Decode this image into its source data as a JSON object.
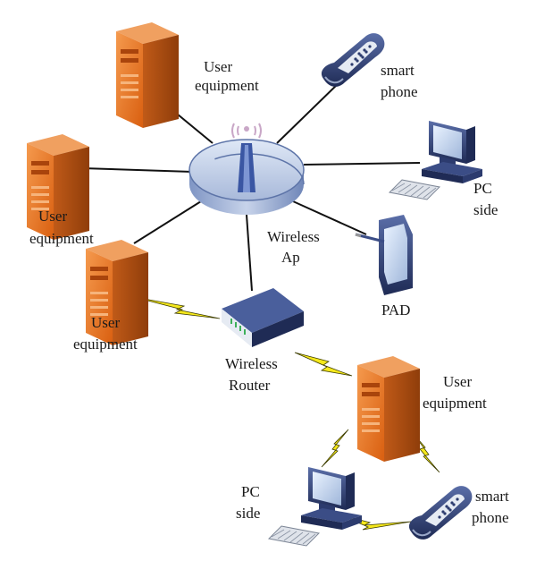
{
  "nodes": {
    "ue_top": {
      "line1": "User",
      "line2": "equipment"
    },
    "ue_left": {
      "line1": "User",
      "line2": "equipment"
    },
    "ue_lower": {
      "line1": "User",
      "line2": "equipment"
    },
    "ue_right": {
      "line1": "User",
      "line2": "equipment"
    },
    "ap": {
      "line1": "Wireless",
      "line2": "Ap"
    },
    "router": {
      "line1": "Wireless",
      "line2": "Router"
    },
    "phone_top": {
      "line1": "smart",
      "line2": "phone"
    },
    "pc_right": {
      "line1": "PC",
      "line2": "side"
    },
    "pad": {
      "line1": "PAD"
    },
    "pc_bottom": {
      "line1": "PC",
      "line2": "side"
    },
    "phone_bottom": {
      "line1": "smart",
      "line2": "phone"
    }
  },
  "colors": {
    "server_front": "#e8701e",
    "server_side": "#b24d0e",
    "ap_body": "#aebfde",
    "device_navy": "#2c3b6e",
    "lightning": "#f5e81c"
  },
  "icons": [
    "server-icon",
    "access-point-icon",
    "router-icon",
    "smartphone-icon",
    "desktop-pc-icon",
    "tablet-icon",
    "lightning-bolt-icon"
  ]
}
